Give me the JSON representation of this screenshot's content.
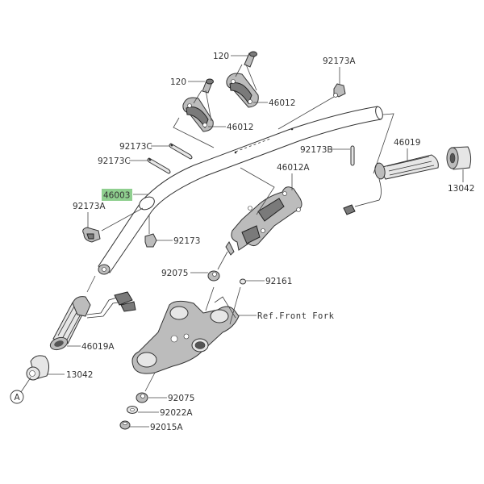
{
  "diagram": {
    "title": "Handlebar parts diagram",
    "highlight_color": "#8fcf8f",
    "labels": {
      "bolt_upper": "120",
      "bolt_lower": "120",
      "holder_upper": "46012",
      "holder_lower": "46012",
      "clamp_right": "92173A",
      "band_c1": "92173C",
      "band_c2": "92173C",
      "band_b": "92173B",
      "handlebar": "46003",
      "clamp_left": "92173A",
      "clamp_mid": "92173",
      "holder_lower_a": "46012A",
      "grip_right": "46019",
      "weight_right": "13042",
      "damper_upper": "92075",
      "cap": "92161",
      "ref_fork": "Ref.Front Fork",
      "grip_left": "46019A",
      "weight_left": "13042",
      "ref_a": "A",
      "damper_lower": "92075",
      "washer": "92022A",
      "nut": "92015A"
    },
    "highlighted_part": "46003"
  }
}
